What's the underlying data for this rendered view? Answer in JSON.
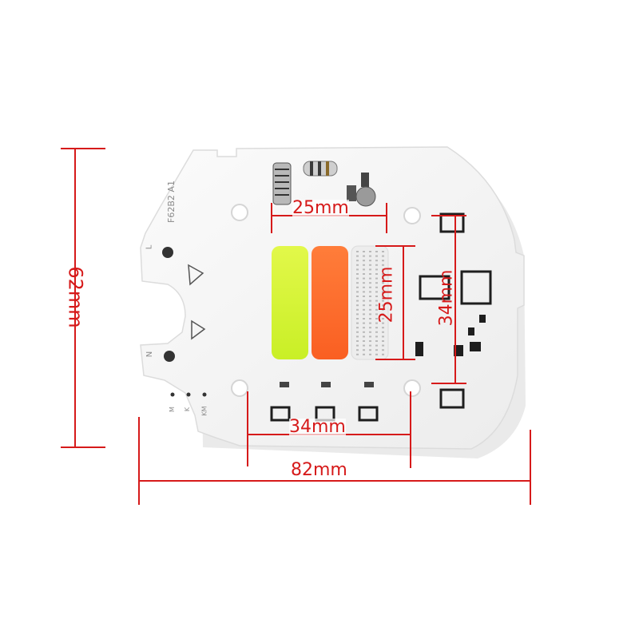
{
  "dimensions": {
    "height_overall": "62mm",
    "width_overall": "82mm",
    "led_width": "25mm",
    "led_height": "25mm",
    "hole_spacing_vertical": "34mm",
    "hole_spacing_horizontal": "34mm"
  },
  "board_markings": {
    "model": "F62B2 A1",
    "terminal_l": "L",
    "terminal_n": "N",
    "pin_m": "M",
    "pin_k": "K",
    "pin_km": "KM"
  },
  "colors": {
    "dimension_lines": "#d61a1a",
    "board": "#f6f6f6",
    "led_yellow_green": "#d8f53a",
    "led_orange": "#ff6f2e",
    "led_white": "#eaeaea",
    "components": "#1e1e1e",
    "silkscreen": "#8a8a8a"
  }
}
